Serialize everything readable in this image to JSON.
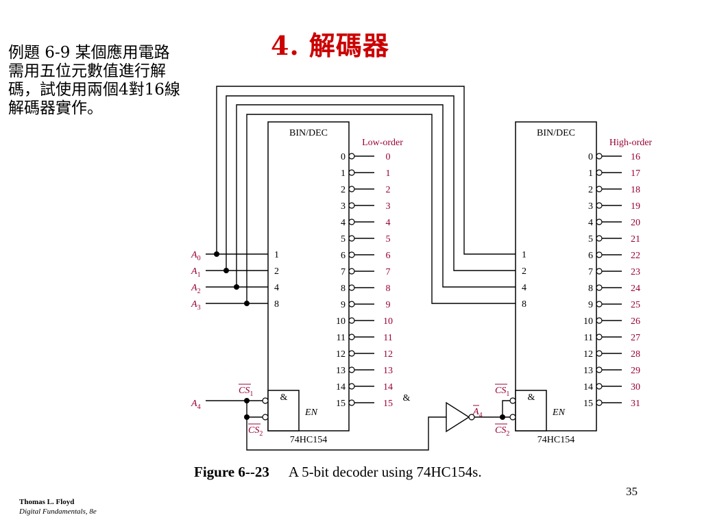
{
  "slide": {
    "title": "4.  解碼器",
    "problem_lines": [
      "例題 6-9 某個應用電路",
      "需用五位元數值進行解",
      "碼，試使用兩個4對16線",
      "解碼器實作。"
    ],
    "caption_figure": "Figure 6--23",
    "caption_text": "A 5-bit decoder using 74HC154s.",
    "slide_number": "35",
    "author": "Thomas L. Floyd",
    "book": "Digital Fundamentals, 8e"
  },
  "diagram": {
    "chip_header": "BIN/DEC",
    "chip_name": "74HC154",
    "low_label": "Low-order",
    "high_label": "High-order",
    "input_weights": [
      "1",
      "2",
      "4",
      "8"
    ],
    "output_pins": [
      "0",
      "1",
      "2",
      "3",
      "4",
      "5",
      "6",
      "7",
      "8",
      "9",
      "10",
      "11",
      "12",
      "13",
      "14",
      "15"
    ],
    "low_outputs": [
      "0",
      "1",
      "2",
      "3",
      "4",
      "5",
      "6",
      "7",
      "8",
      "9",
      "10",
      "11",
      "12",
      "13",
      "14",
      "15"
    ],
    "high_outputs": [
      "16",
      "17",
      "18",
      "19",
      "20",
      "21",
      "22",
      "23",
      "24",
      "25",
      "26",
      "27",
      "28",
      "29",
      "30",
      "31"
    ],
    "address_inputs": [
      {
        "letter": "A",
        "sub": "0"
      },
      {
        "letter": "A",
        "sub": "1"
      },
      {
        "letter": "A",
        "sub": "2"
      },
      {
        "letter": "A",
        "sub": "3"
      }
    ],
    "a4": {
      "letter": "A",
      "sub": "4"
    },
    "a4_bar": {
      "letter": "A",
      "sub": "4"
    },
    "cs1": {
      "letter": "CS",
      "sub": "1"
    },
    "cs2": {
      "letter": "CS",
      "sub": "2"
    },
    "and_symbol": "&",
    "en_label": "EN",
    "colors": {
      "title": "#cc0000",
      "output_labels": "#990033",
      "address_labels": "#990033"
    }
  }
}
